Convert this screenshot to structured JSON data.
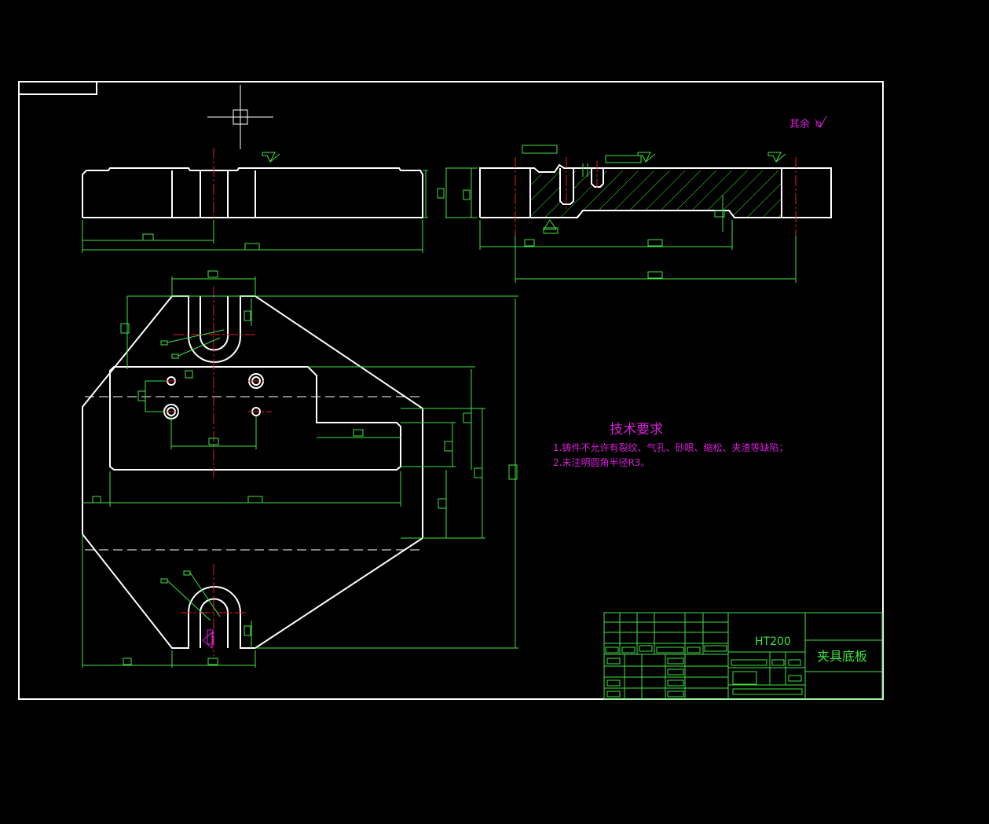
{
  "drawing": {
    "surface_note": "其余",
    "tech_requirements": {
      "title": "技术要求",
      "items": [
        "1.铸件不允许有裂纹、气孔、砂眼、缩松、夹渣等缺陷；",
        "2.未注明圆角半径R3。"
      ]
    },
    "title_block": {
      "material": "HT200",
      "part_name": "夹具底板"
    }
  },
  "colors": {
    "background": "#000000",
    "outline": "#ffffff",
    "dimension": "#3fe33f",
    "centerline": "#e0202a",
    "annotation": "#d81fd8"
  }
}
